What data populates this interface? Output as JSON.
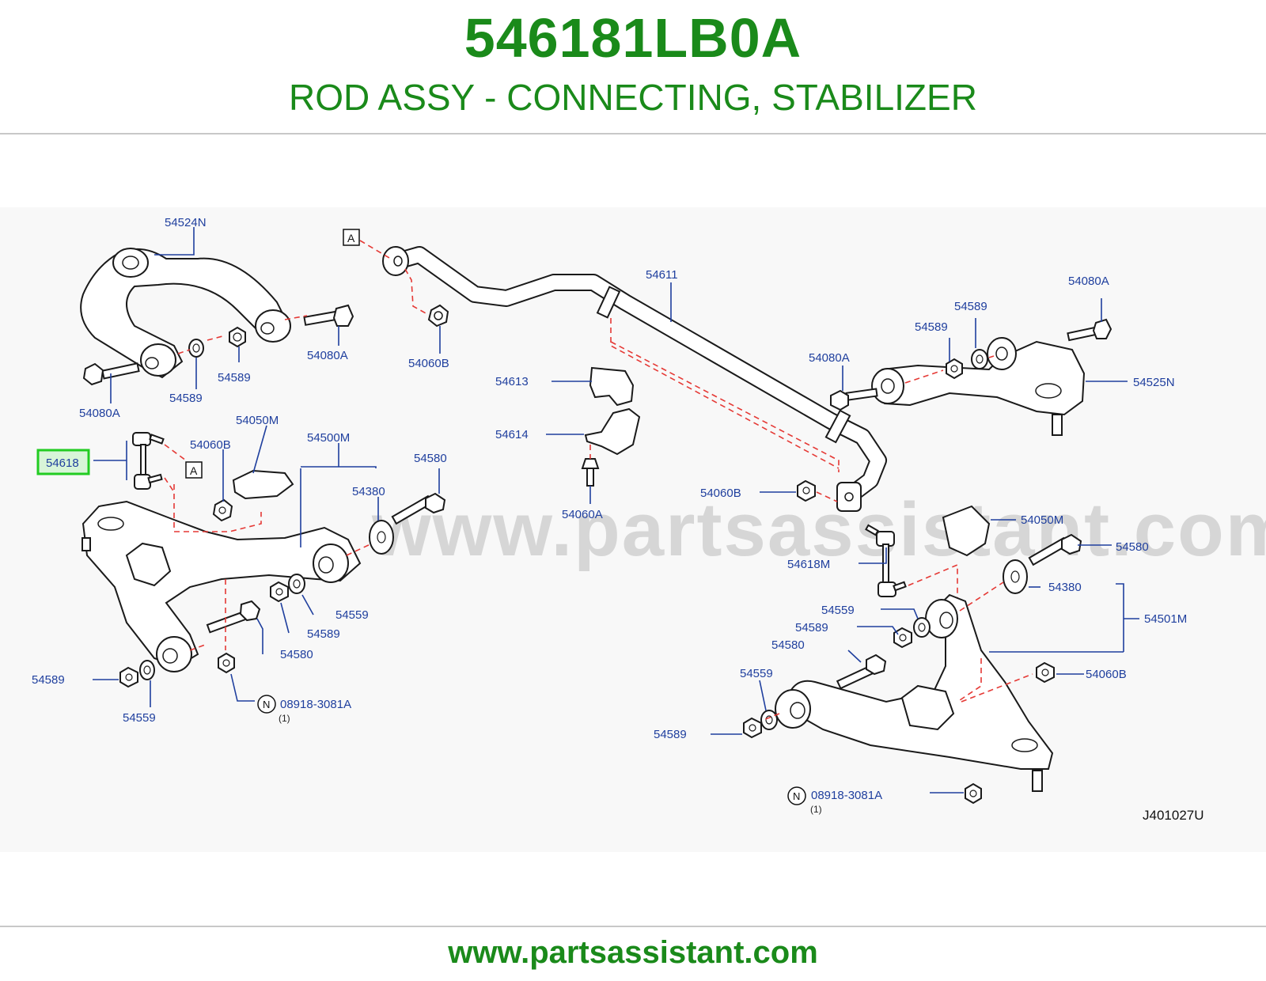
{
  "header": {
    "part_number": "546181LB0A",
    "part_name": "ROD ASSY - CONNECTING, STABILIZER"
  },
  "diagram": {
    "watermark": "www.partsassistant.com",
    "drawing_code": "J401027U",
    "highlighted_part": "54618",
    "callouts": {
      "c54524N": "54524N",
      "c54080A_1": "54080A",
      "c54589_1": "54589",
      "c54080A_2": "54080A",
      "c54589_2": "54589",
      "refA_1": "A",
      "c54060B_1": "54060B",
      "c54611": "54611",
      "c54080A_3": "54080A",
      "c54589_3": "54589",
      "c54589_4": "54589",
      "c54080A_4": "54080A",
      "c54525N": "54525N",
      "c54613": "54613",
      "c54614": "54614",
      "c54060A": "54060A",
      "c54618": "54618",
      "c54060B_2": "54060B",
      "refA_2": "A",
      "c54050M_1": "54050M",
      "c54500M": "54500M",
      "c54580_1": "54580",
      "c54380_1": "54380",
      "c54060B_3": "54060B",
      "c54618M": "54618M",
      "c54050M_2": "54050M",
      "c54580_2": "54580",
      "c54380_2": "54380",
      "c54559_1": "54559",
      "c54589_5": "54589",
      "c54580_3": "54580",
      "c54589_6": "54589",
      "c54559_2": "54559",
      "n_symbol_1": "N",
      "c08918_1": "08918-3081A",
      "qty_1": "(1)",
      "c54559_3": "54559",
      "c54589_7": "54589",
      "c54580_4": "54580",
      "c54501M": "54501M",
      "c54060B_4": "54060B",
      "c54559_4": "54559",
      "c54589_8": "54589",
      "n_symbol_2": "N",
      "c08918_2": "08918-3081A",
      "qty_2": "(1)"
    },
    "colors": {
      "title_green": "#1a8a1a",
      "callout_blue": "#1f3f9e",
      "dash_red": "#e53935",
      "highlight_green": "#22cc22"
    }
  },
  "footer": {
    "url": "www.partsassistant.com"
  }
}
